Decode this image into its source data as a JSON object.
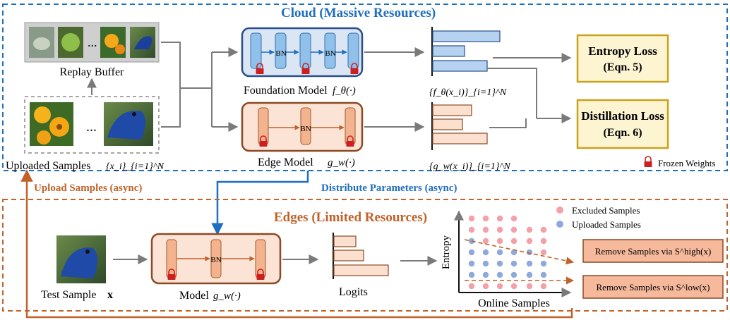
{
  "cloud": {
    "title": "Cloud (Massive Resources)",
    "replay_buffer_label": "Replay Buffer",
    "uploaded_samples_label": "Uploaded Samples",
    "uploaded_samples_math": "{x_i}_{i=1}^N",
    "ellipsis": "...",
    "foundation_model_label": "Foundation Model",
    "foundation_model_math": "f_θ(·)",
    "foundation_output_math": "{f_θ(x_i)}_{i=1}^N",
    "edge_model_label": "Edge Model",
    "edge_model_math": "g_w(·)",
    "edge_output_math": "{g_w(x_i)}_{i=1}^N",
    "bn_label": "BN",
    "entropy_loss": {
      "line1": "Entropy Loss",
      "line2": "(Eqn. 5)"
    },
    "distillation_loss": {
      "line1": "Distillation Loss",
      "line2": "(Eqn. 6)"
    },
    "frozen_weights_label": "Frozen Weights"
  },
  "arrows": {
    "upload": "Upload Samples (async)",
    "distribute": "Distribute Parameters (async)"
  },
  "edge": {
    "title": "Edges (Limited Resources)",
    "test_sample_label": "Test Sample",
    "test_sample_math": "x",
    "model_label": "Model",
    "model_math": "g_w(·)",
    "logits_label": "Logits",
    "y_axis_label": "Entropy",
    "x_axis_label": "Online Samples",
    "legend": {
      "excluded": "Excluded Samples",
      "uploaded": "Uploaded Samples"
    },
    "remove_high": "Remove Samples via S^high(x)",
    "remove_low": "Remove Samples via S^low(x)"
  },
  "colors": {
    "cloud_blue": "#1f6fbf",
    "edge_orange": "#c0622a",
    "excluded_pink": "#f4a0a8",
    "uploaded_blue": "#8fa9dc",
    "loss_fill": "#fdf4d2",
    "loss_border": "#c8a21a",
    "remove_fill": "#f6b99c",
    "lock_red": "#cc1f1f"
  },
  "icons": [
    "lock-icon",
    "bird-image",
    "flower-image",
    "cactus-image",
    "fish-image"
  ]
}
